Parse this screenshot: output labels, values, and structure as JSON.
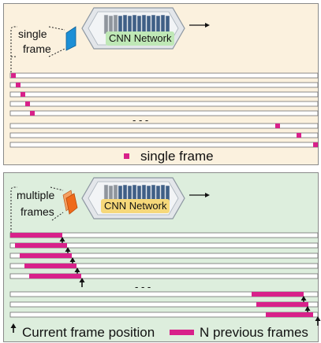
{
  "single": {
    "input_label_line1": "single",
    "input_label_line2": "frame",
    "network_label": "CNN Network",
    "ellipsis": "- - -",
    "legend_label": "single frame",
    "frame_color": "#d8218a",
    "input_color": "#1c8fd6",
    "network_tag_color": "#bfe8b6"
  },
  "multi": {
    "input_label_line1": "multiple",
    "input_label_line2": "frames",
    "network_label": "CNN Network",
    "ellipsis": "- - -",
    "legend_current": "Current frame position",
    "legend_previous": "N previous frames",
    "frame_color": "#d8218a",
    "input_color": "#ef6a1a",
    "network_tag_color": "#f6d87a"
  }
}
